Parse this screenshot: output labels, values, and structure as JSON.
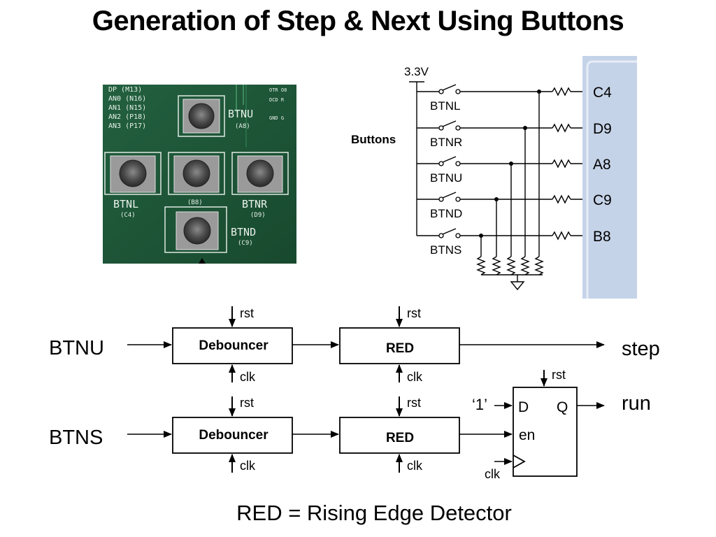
{
  "title": "Generation of Step & Next Using Buttons",
  "caption": "RED = Rising Edge Detector",
  "photo": {
    "pin_labels": [
      "DP (M13)",
      "AN0 (N16)",
      "AN1 (N15)",
      "AN2 (P18)",
      "AN3 (P17)"
    ],
    "corner_labels": [
      "OTR O8",
      "DCD R",
      "GND G"
    ],
    "buttons": [
      {
        "name": "BTNU",
        "pin": "(A8)"
      },
      {
        "name": "BTNL",
        "pin": "(C4)"
      },
      {
        "name": "",
        "pin": "(B8)"
      },
      {
        "name": "BTNR",
        "pin": "(D9)"
      },
      {
        "name": "BTND",
        "pin": "(C9)"
      }
    ]
  },
  "schematic": {
    "supply": "3.3V",
    "group_label": "Buttons",
    "switches": [
      "BTNL",
      "BTNR",
      "BTNU",
      "BTND",
      "BTNS"
    ],
    "pins": [
      "C4",
      "D9",
      "A8",
      "C9",
      "B8"
    ]
  },
  "logic": {
    "inputs": [
      "BTNU",
      "BTNS"
    ],
    "debouncer": "Debouncer",
    "red": "RED",
    "rst": "rst",
    "clk": "clk",
    "step": "step",
    "run": "run",
    "const_one": "‘1’",
    "ff": {
      "d": "D",
      "q": "Q",
      "en": "en",
      "rst": "rst",
      "clk": "clk"
    }
  },
  "colors": {
    "board": "#1f5a3a",
    "fpga_panel": "#c5d3e8",
    "line": "#000000"
  }
}
